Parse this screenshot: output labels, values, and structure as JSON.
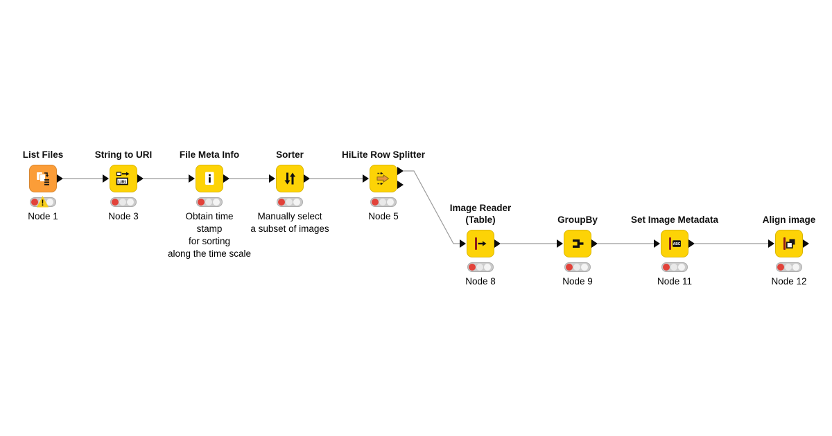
{
  "canvas": {
    "background": "#ffffff",
    "connector_color": "#9b9b9b"
  },
  "colors": {
    "node_yellow": "#FDD306",
    "node_orange": "#FB9D38",
    "traffic_red": "#E2423A",
    "traffic_bg": "#cbcbcb",
    "warning_yellow": "#F6CE1D",
    "icon_dark_red": "#8F1D1D"
  },
  "icons": {
    "uri_label": "URI",
    "abc_label": "ABC",
    "warning_glyph": "!"
  },
  "nodes": [
    {
      "title": "List Files",
      "caption": "Node 1",
      "icon": "list-files-icon",
      "status": "not-executed",
      "has_warning": true
    },
    {
      "title": "String to URI",
      "caption": "Node 3",
      "icon": "string-to-uri-icon",
      "status": "not-executed",
      "has_warning": false
    },
    {
      "title": "File Meta Info",
      "caption": "Obtain time\nstamp\nfor sorting\nalong the time scale",
      "icon": "file-meta-info-icon",
      "status": "not-executed",
      "has_warning": false
    },
    {
      "title": "Sorter",
      "caption": "Manually select\na subset of images",
      "icon": "sorter-icon",
      "status": "not-executed",
      "has_warning": false
    },
    {
      "title": "HiLite Row Splitter",
      "caption": "Node 5",
      "icon": "hilite-row-splitter-icon",
      "status": "not-executed",
      "has_warning": false
    },
    {
      "title": "Image Reader\n(Table)",
      "caption": "Node 8",
      "icon": "image-reader-icon",
      "status": "not-executed",
      "has_warning": false
    },
    {
      "title": "GroupBy",
      "caption": "Node 9",
      "icon": "groupby-icon",
      "status": "not-executed",
      "has_warning": false
    },
    {
      "title": "Set Image Metadata",
      "caption": "Node 11",
      "icon": "set-image-metadata-icon",
      "status": "not-executed",
      "has_warning": false
    },
    {
      "title": "Align image",
      "caption": "Node 12",
      "icon": "align-image-icon",
      "status": "not-executed",
      "has_warning": false
    }
  ]
}
